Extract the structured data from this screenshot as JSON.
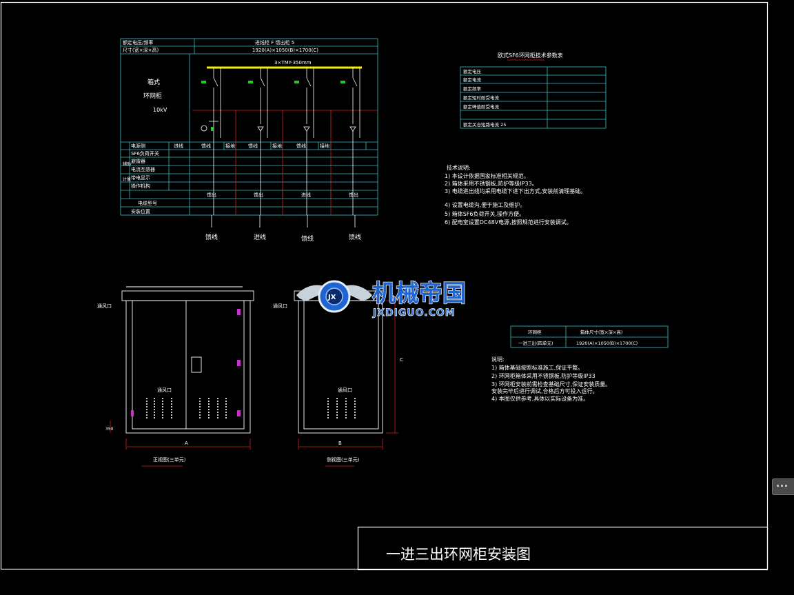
{
  "colors": {
    "background": "#000000",
    "frame": "#ffffff",
    "table": "#36c2c2",
    "busbar": "#f2f200",
    "red": "#d21e1e",
    "green": "#28c828",
    "watermark_blue": "#1e64d2",
    "watermark_text": "#f0f0f0"
  },
  "drawing_title": "一进三出环网柜安装图",
  "single_line": {
    "top_left_1": "额定电压/频率",
    "top_left_2": "尺寸(宽×深×高)",
    "top_right_1": "进线柜 F 馈出柜 5",
    "top_right_2": "1920(A)×1050(B)×1700(C)",
    "side_title": "箱式",
    "side_sub": "环网柜",
    "voltage": "10kV",
    "busbar_label": "3×TMY-350mm",
    "feeder_labels": [
      "馈线",
      "进线",
      "馈线",
      "馈线"
    ],
    "equipment_rows": [
      "电源侧",
      "SF6负荷开关",
      "避雷器",
      "电流互感器",
      "带电显示",
      "操作机构"
    ],
    "col_headers": [
      "进线",
      "馈线",
      "接地",
      "馈线",
      "接地",
      "馈线",
      "接地"
    ],
    "section_labels": [
      "辅助",
      "计量"
    ],
    "feeder_types": [
      "馈出",
      "馈出",
      "进线",
      "馈出"
    ],
    "bottom_rows": [
      "电缆型号",
      "安装位置"
    ]
  },
  "spec_table": {
    "title": "欧式SF6环网柜技术参数表",
    "rows": [
      "额定电压",
      "额定电流",
      "额定频率",
      "额定短时耐受电流",
      "额定峰值耐受电流",
      "额定关合短路电流 25"
    ]
  },
  "notes_1": {
    "heading": "技术说明:",
    "lines": [
      "1) 本设计依据国家标准相关规范。",
      "2) 箱体采用不锈钢板,防护等级IP33。",
      "3) 电缆进出线均采用电缆下进下出方式,安装前清理基础。",
      "4) 设置电缆沟,便于施工及维护。",
      "5) 箱体SF6负荷开关,操作方便。",
      "6) 配电室设置DC48V电源,按照规范进行安装调试。"
    ]
  },
  "cabinet_table": {
    "col1_header": "环网柜",
    "col2_header": "箱体尺寸(宽×深×高)",
    "row_name": "一进三出(四单元)",
    "row_size": "1920(A)×1050(B)×1700(C)"
  },
  "notes_2": {
    "heading": "说明:",
    "lines": [
      "1) 箱体基础按照标准施工,保证平整。",
      "2) 环网柜箱体采用不锈钢板,防护等级IP33",
      "3) 环网柜安装前需检查基础尺寸,保证安装质量。",
      "   安装完毕后进行调试,合格后方可投入运行。",
      "4) 本图仅供参考,具体以实际设备为准。"
    ]
  },
  "front_view": {
    "vent_label": "通风口",
    "vent_label_2": "通风口",
    "dim_label": "A",
    "height_dim": "350",
    "caption": "正视图(三单元)"
  },
  "side_view": {
    "vent_label": "通风口",
    "vent_label_2": "通风口",
    "dim_label": "B",
    "height_dim": "C",
    "caption": "侧视图(三单元)"
  },
  "watermark": {
    "cn": "机械帝国",
    "en": "JXDIGUO.COM",
    "logo": "JX"
  },
  "icons": {
    "side_handle": "grip-handle-icon"
  }
}
